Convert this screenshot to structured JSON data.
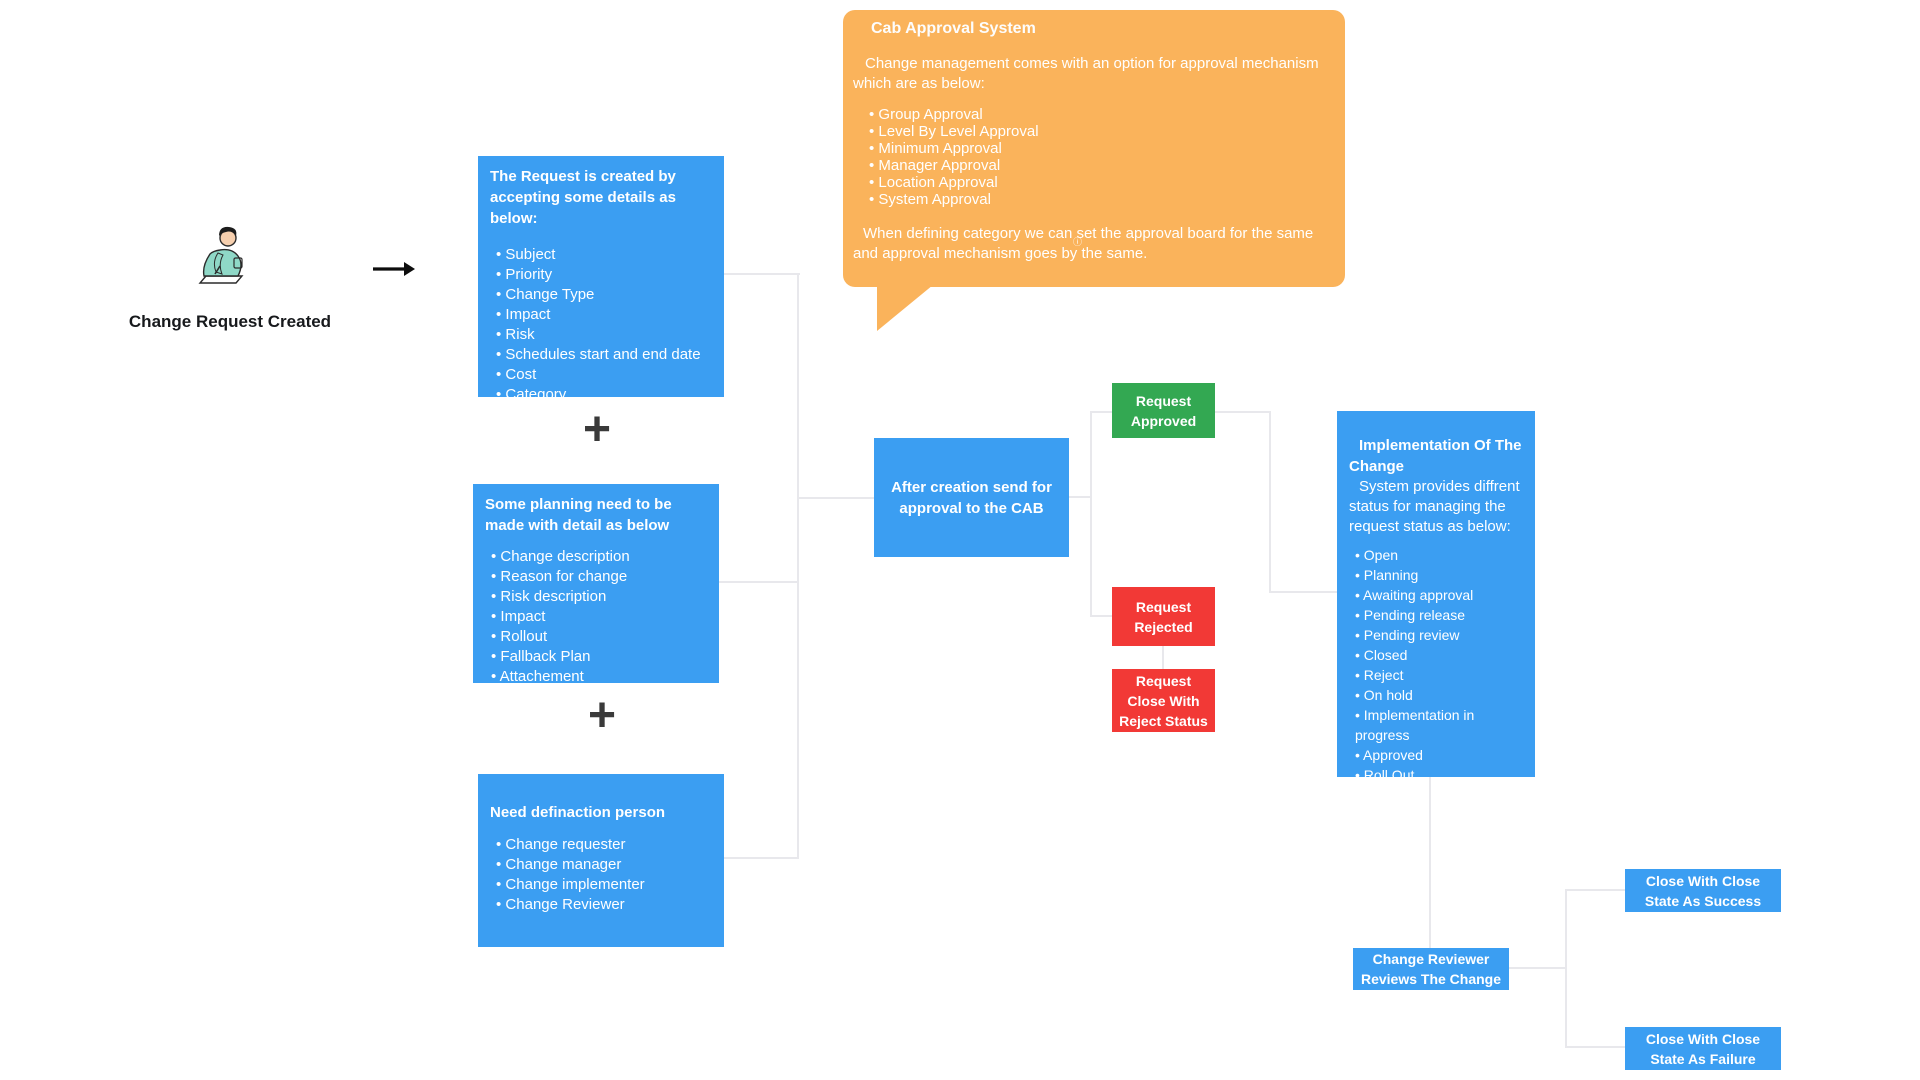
{
  "colors": {
    "node_blue": "#3b9ef2",
    "node_green": "#33a852",
    "node_red": "#f23936",
    "note_orange": "#fab35b",
    "connector_gray": "#e8e8ec"
  },
  "actor": {
    "label": "Change Request Created"
  },
  "symbols": {
    "plus": "+",
    "info": "ⓘ"
  },
  "note": {
    "title": "Cab Approval System",
    "intro": "Change management comes with an  option for approval mechanism which are as below:",
    "bullets": [
      "Group Approval",
      "Level By Level Approval",
      "Minimum Approval",
      "Manager Approval",
      "Location Approval",
      "System Approval"
    ],
    "footer": "When defining category we can set the approval  board for the same and approval mechanism goes by the same."
  },
  "nodes": {
    "request_details": {
      "title": "The Request is created by accepting some details as below:",
      "bullets": [
        "Subject",
        "Priority",
        "Change Type",
        "Impact",
        "Risk",
        "Schedules start and end date",
        "Cost",
        "Category"
      ]
    },
    "planning": {
      "title": "Some planning need to be made with detail as below",
      "bullets": [
        "Change description",
        "Reason for change",
        "Risk description",
        "Impact",
        "Rollout",
        "Fallback Plan",
        "Attachement"
      ]
    },
    "definaction": {
      "title": "Need definaction person",
      "bullets": [
        "Change requester",
        "Change manager",
        "Change implementer",
        "Change Reviewer"
      ]
    },
    "send_for_approval": {
      "label": "After creation send for approval to the CAB"
    },
    "approved": {
      "label": "Request Approved"
    },
    "rejected": {
      "label": "Request Rejected"
    },
    "close_with_reject": {
      "label": "Request Close With Reject Status"
    },
    "implementation": {
      "title": "Implementation Of The Change",
      "subtitle": "System provides diffrent status for managing the request status as below:",
      "bullets": [
        "Open",
        "Planning",
        "Awaiting approval",
        "Pending release",
        "Pending review",
        "Closed",
        "Reject",
        "On hold",
        "Implementation in progress",
        "Approved",
        "Roll Out"
      ]
    },
    "reviewer": {
      "label": "Change Reviewer Reviews The Change"
    },
    "close_success": {
      "label": "Close With Close State As Success"
    },
    "close_failure": {
      "label": "Close With Close State As Failure"
    }
  }
}
